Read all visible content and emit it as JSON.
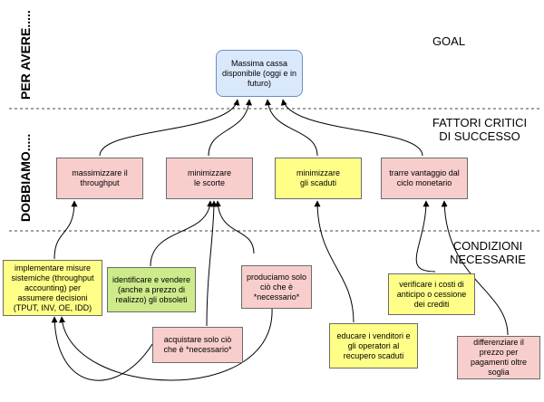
{
  "side_labels": {
    "per_avere": "PER AVERE.....",
    "dobbiamo": "DOBBIAMO....."
  },
  "levels": {
    "goal": "GOAL",
    "fattori": "FATTORI CRITICI\nDI SUCCESSO",
    "condizioni": "CONDIZIONI\nNECESSARIE"
  },
  "goal_box": "Massima cassa disponibile (oggi e in futuro)",
  "factors": {
    "throughput": "massimizzare il throughput",
    "scorte": "minimizzare\nle scorte",
    "scaduti": "minimizzare\ngli scaduti",
    "ciclo": "trarre vantaggio dal\nciclo monetario"
  },
  "conditions": {
    "misure": "implementare misure sistemiche (throughput accounting) per assumere decisioni (TPUT, INV, OE, IDD)",
    "obsoleti": "identificare e vendere (anche a prezzo di realizzo) gli obsoleti",
    "produciamo": "produciamo solo ciò che è *necessario*",
    "acquistare": "acquistare solo ciò che è *necessario*",
    "educare": "educare i venditori e gli operatori al recupero scaduti",
    "verificare": "verificare i costi di anticipo o cessione dei crediti",
    "differenziare": "differenziare il prezzo per pagamenti oltre soglia"
  },
  "colors": {
    "pink": "#f8cecc",
    "yellow": "#ffff88",
    "green": "#cdeb8b",
    "blue": "#dae8fc"
  }
}
